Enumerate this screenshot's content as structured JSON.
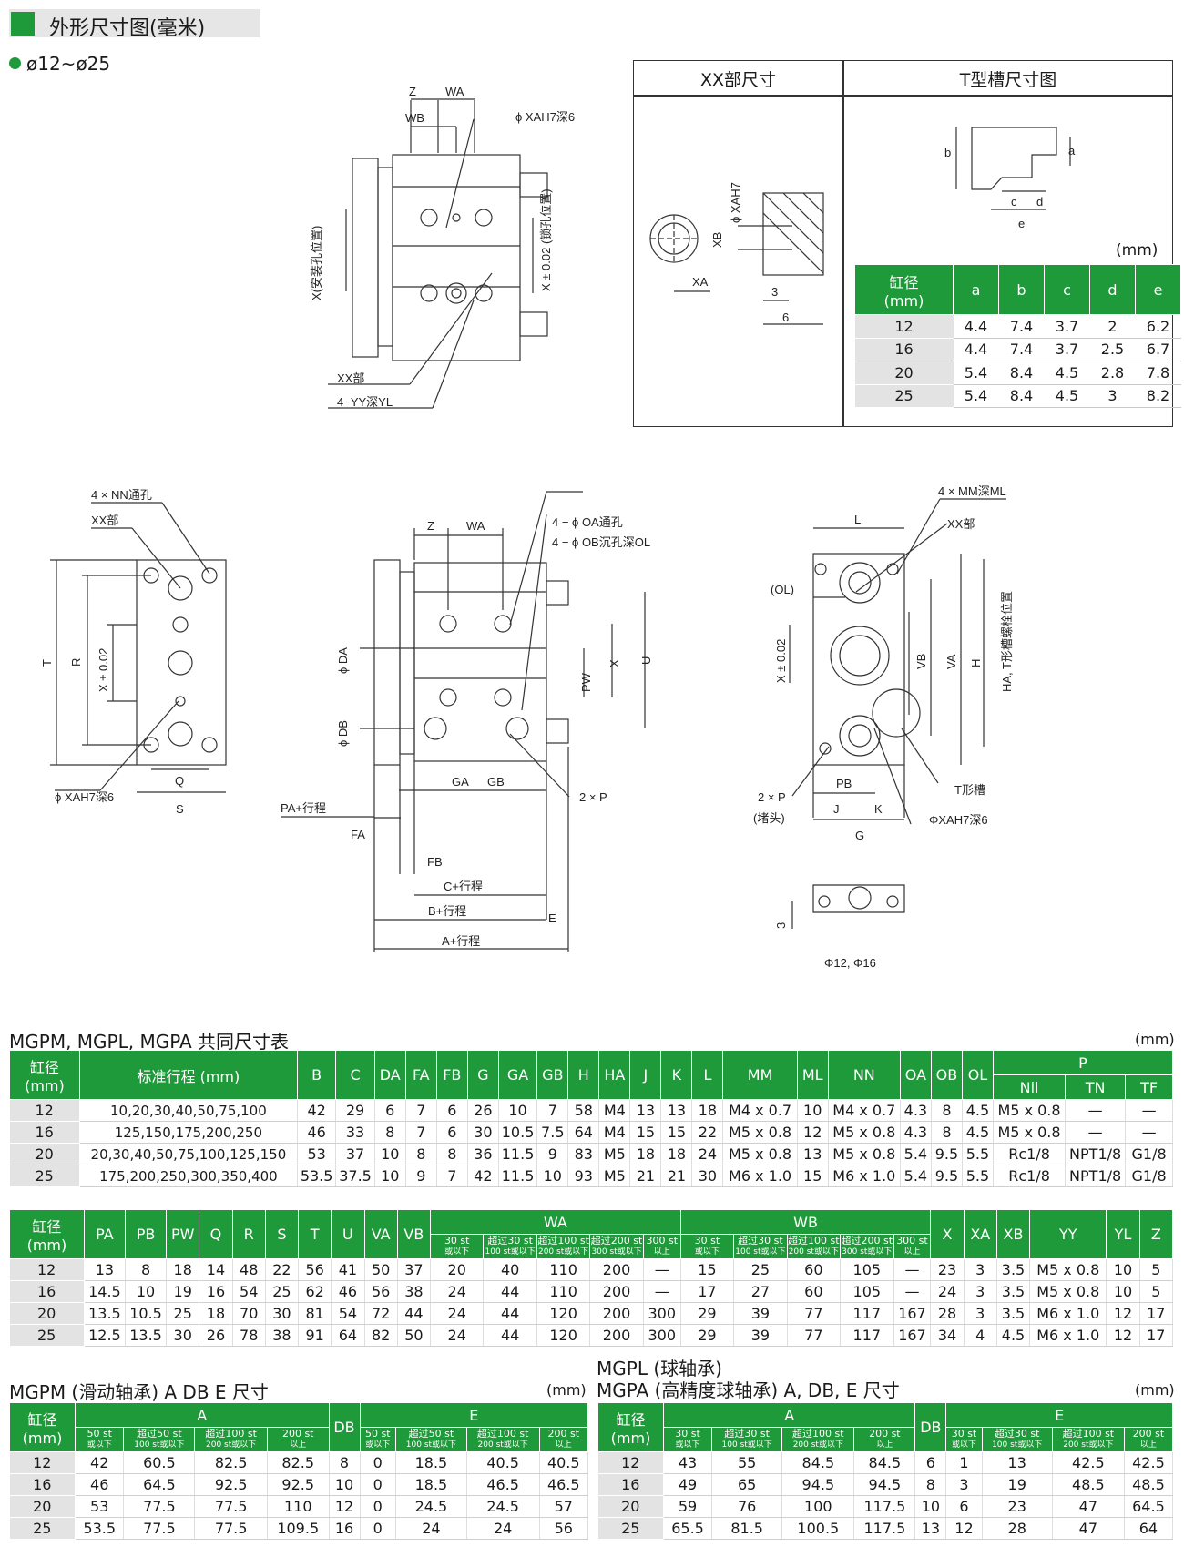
{
  "header": {
    "title": "外形尺寸图(毫米)",
    "bullet": "ø12~ø25"
  },
  "drawing_labels": {
    "top_z": "Z",
    "top_wa": "WA",
    "top_wb": "WB",
    "top_xah7": "ϕ XAH7深6",
    "top_x_mount": "X(安装孔位置)",
    "top_x_lock": "X ± 0.02\n(锁孔位置)",
    "top_xx": "XX部",
    "top_yy": "4−YY深YL",
    "xx_xah7": "ϕ XAH7",
    "xx_xb": "XB",
    "xx_xa": "XA",
    "xx_3": "3",
    "xx_6": "6",
    "ts_a": "a",
    "ts_b": "b",
    "ts_c": "c",
    "ts_d": "d",
    "ts_e": "e",
    "l_nn": "4 × NN通孔",
    "l_xx": "XX部",
    "l_t": "T",
    "l_r": "R",
    "l_x": "X ± 0.02",
    "l_xah7": "ϕ XAH7深6",
    "l_q": "Q",
    "l_s": "S",
    "m_z": "Z",
    "m_wa": "WA",
    "m_oa": "4 − ϕ OA通孔",
    "m_ob": "4 − ϕ OB沉孔深OL",
    "m_da": "ϕ DA",
    "m_db": "ϕ DB",
    "m_pw": "PW",
    "m_x": "X",
    "m_u": "U",
    "m_ga": "GA",
    "m_gb": "GB",
    "m_2p": "2 × P",
    "m_pa": "PA+行程",
    "m_fa": "FA",
    "m_fb": "FB",
    "m_c": "C+行程",
    "m_b": "B+行程",
    "m_e": "E",
    "m_a": "A+行程",
    "r_mm": "4 × MM深ML",
    "r_xx": "XX部",
    "r_l": "L",
    "r_ol": "(OL)",
    "r_x": "X ± 0.02",
    "r_vb": "VB",
    "r_va": "VA",
    "r_h": "H",
    "r_ha": "HA, T形槽螺栓位置",
    "r_2p": "2 × P",
    "r_plug": "(堵头)",
    "r_pb": "PB",
    "r_j": "J",
    "r_k": "K",
    "r_g": "G",
    "r_tslot": "T形槽",
    "r_xah7": "ΦXAH7深6",
    "r_3": "3",
    "r_small": "Φ12, Φ16"
  },
  "xx_box": {
    "left_title": "XX部尺寸",
    "right_title": "T型槽尺寸图"
  },
  "tslot_table": {
    "unit": "(mm)",
    "bore_header": "缸径\n(mm)",
    "columns": [
      "a",
      "b",
      "c",
      "d",
      "e"
    ],
    "rows": [
      [
        "12",
        "4.4",
        "7.4",
        "3.7",
        "2",
        "6.2"
      ],
      [
        "16",
        "4.4",
        "7.4",
        "3.7",
        "2.5",
        "6.7"
      ],
      [
        "20",
        "5.4",
        "8.4",
        "4.5",
        "2.8",
        "7.8"
      ],
      [
        "25",
        "5.4",
        "8.4",
        "4.5",
        "3",
        "8.2"
      ]
    ]
  },
  "common_table": {
    "title": "MGPM, MGPL, MGPA 共同尺寸表",
    "unit": "(mm)",
    "bore_header": "缸径\n(mm)",
    "stroke_header": "标准行程 (mm)",
    "columns": [
      "B",
      "C",
      "DA",
      "FA",
      "FB",
      "G",
      "GA",
      "GB",
      "H",
      "HA",
      "J",
      "K",
      "L",
      "MM",
      "ML",
      "NN",
      "OA",
      "OB",
      "OL"
    ],
    "p_header": "P",
    "p_columns": [
      "Nil",
      "TN",
      "TF"
    ],
    "rows": [
      [
        "12",
        "10,20,30,40,50,75,100",
        "42",
        "29",
        "6",
        "7",
        "6",
        "26",
        "10",
        "7",
        "58",
        "M4",
        "13",
        "13",
        "18",
        "M4 x 0.7",
        "10",
        "M4 x 0.7",
        "4.3",
        "8",
        "4.5",
        "M5 x 0.8",
        "—",
        "—"
      ],
      [
        "16",
        "125,150,175,200,250",
        "46",
        "33",
        "8",
        "7",
        "6",
        "30",
        "10.5",
        "7.5",
        "64",
        "M4",
        "15",
        "15",
        "22",
        "M5 x 0.8",
        "12",
        "M5 x 0.8",
        "4.3",
        "8",
        "4.5",
        "M5 x 0.8",
        "—",
        "—"
      ],
      [
        "20",
        "20,30,40,50,75,100,125,150",
        "53",
        "37",
        "10",
        "8",
        "8",
        "36",
        "11.5",
        "9",
        "83",
        "M5",
        "18",
        "18",
        "24",
        "M5 x 0.8",
        "13",
        "M5 x 0.8",
        "5.4",
        "9.5",
        "5.5",
        "Rc1/8",
        "NPT1/8",
        "G1/8"
      ],
      [
        "25",
        "175,200,250,300,350,400",
        "53.5",
        "37.5",
        "10",
        "9",
        "7",
        "42",
        "11.5",
        "10",
        "93",
        "M5",
        "21",
        "21",
        "30",
        "M6 x 1.0",
        "15",
        "M6 x 1.0",
        "5.4",
        "9.5",
        "5.5",
        "Rc1/8",
        "NPT1/8",
        "G1/8"
      ]
    ]
  },
  "second_table": {
    "bore_header": "缸径\n(mm)",
    "columns_a": [
      "PA",
      "PB",
      "PW",
      "Q",
      "R",
      "S",
      "T",
      "U",
      "VA",
      "VB"
    ],
    "wa_header": "WA",
    "wb_header": "WB",
    "stroke_sub": [
      [
        "30 st",
        "或以下"
      ],
      [
        "超过30 st",
        "100 st或以下"
      ],
      [
        "超过100 st",
        "200 st或以下"
      ],
      [
        "超过200 st",
        "300 st或以下"
      ],
      [
        "300 st",
        "以上"
      ]
    ],
    "columns_b": [
      "X",
      "XA",
      "XB",
      "YY",
      "YL",
      "Z"
    ],
    "rows": [
      [
        "12",
        "13",
        "8",
        "18",
        "14",
        "48",
        "22",
        "56",
        "41",
        "50",
        "37",
        "20",
        "40",
        "110",
        "200",
        "—",
        "15",
        "25",
        "60",
        "105",
        "—",
        "23",
        "3",
        "3.5",
        "M5 x 0.8",
        "10",
        "5"
      ],
      [
        "16",
        "14.5",
        "10",
        "19",
        "16",
        "54",
        "25",
        "62",
        "46",
        "56",
        "38",
        "24",
        "44",
        "110",
        "200",
        "—",
        "17",
        "27",
        "60",
        "105",
        "—",
        "24",
        "3",
        "3.5",
        "M5 x 0.8",
        "10",
        "5"
      ],
      [
        "20",
        "13.5",
        "10.5",
        "25",
        "18",
        "70",
        "30",
        "81",
        "54",
        "72",
        "44",
        "24",
        "44",
        "120",
        "200",
        "300",
        "29",
        "39",
        "77",
        "117",
        "167",
        "28",
        "3",
        "3.5",
        "M6 x 1.0",
        "12",
        "17"
      ],
      [
        "25",
        "12.5",
        "13.5",
        "30",
        "26",
        "78",
        "38",
        "91",
        "64",
        "82",
        "50",
        "24",
        "44",
        "120",
        "200",
        "300",
        "29",
        "39",
        "77",
        "117",
        "167",
        "34",
        "4",
        "4.5",
        "M6 x 1.0",
        "12",
        "17"
      ]
    ]
  },
  "mgpm_table": {
    "title": "MGPM (滑动轴承) A DB E 尺寸",
    "unit": "(mm)",
    "bore_header": "缸径\n(mm)",
    "a_header": "A",
    "db_header": "DB",
    "e_header": "E",
    "stroke_sub": [
      [
        "50 st",
        "或以下"
      ],
      [
        "超过50 st",
        "100 st或以下"
      ],
      [
        "超过100 st",
        "200 st或以下"
      ],
      [
        "200 st",
        "以上"
      ]
    ],
    "rows": [
      [
        "12",
        "42",
        "60.5",
        "82.5",
        "82.5",
        "8",
        "0",
        "18.5",
        "40.5",
        "40.5"
      ],
      [
        "16",
        "46",
        "64.5",
        "92.5",
        "92.5",
        "10",
        "0",
        "18.5",
        "46.5",
        "46.5"
      ],
      [
        "20",
        "53",
        "77.5",
        "77.5",
        "110",
        "12",
        "0",
        "24.5",
        "24.5",
        "57"
      ],
      [
        "25",
        "53.5",
        "77.5",
        "77.5",
        "109.5",
        "16",
        "0",
        "24",
        "24",
        "56"
      ]
    ]
  },
  "mgpl_table": {
    "title1": "MGPL (球轴承)",
    "title2": "MGPA (高精度球轴承) A, DB, E 尺寸",
    "unit": "(mm)",
    "bore_header": "缸径\n(mm)",
    "a_header": "A",
    "db_header": "DB",
    "e_header": "E",
    "stroke_sub": [
      [
        "30 st",
        "或以下"
      ],
      [
        "超过30 st",
        "100 st或以下"
      ],
      [
        "超过100 st",
        "200 st或以下"
      ],
      [
        "200 st",
        "以上"
      ]
    ],
    "rows": [
      [
        "12",
        "43",
        "55",
        "84.5",
        "84.5",
        "6",
        "1",
        "13",
        "42.5",
        "42.5"
      ],
      [
        "16",
        "49",
        "65",
        "94.5",
        "94.5",
        "8",
        "3",
        "19",
        "48.5",
        "48.5"
      ],
      [
        "20",
        "59",
        "76",
        "100",
        "117.5",
        "10",
        "6",
        "23",
        "47",
        "64.5"
      ],
      [
        "25",
        "65.5",
        "81.5",
        "100.5",
        "117.5",
        "13",
        "12",
        "28",
        "47",
        "64"
      ]
    ]
  }
}
